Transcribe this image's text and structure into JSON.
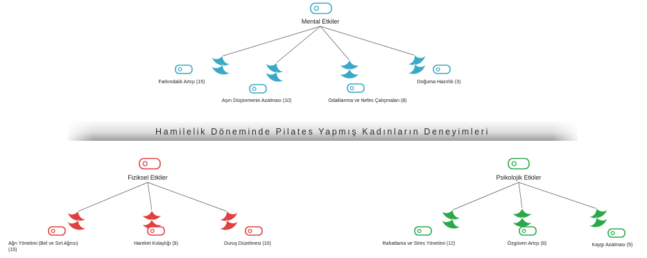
{
  "title": "Hamilelik Döneminde Pilates Yapmış Kadınların Deneyimleri",
  "groups": [
    {
      "name": "Mental Etkiler",
      "color": "#3aa9c6",
      "items": [
        {
          "label": "Farkındalık Artışı (15)"
        },
        {
          "label": "Aşırı Düşünmenin Azalması (10)"
        },
        {
          "label": "Odaklanma ve Nefes Çalışmaları (8)"
        },
        {
          "label": "Doğuma Hazırlık (3)"
        }
      ]
    },
    {
      "name": "Fiziksel Etkiler",
      "color": "#e0403e",
      "items": [
        {
          "label": "Ağrı Yönetimi (Bel ve Sırt Ağrısı)",
          "label2": "(15)"
        },
        {
          "label": "Hareket Kolaylığı (9)"
        },
        {
          "label": "Duruş Düzelmesi (10)"
        }
      ]
    },
    {
      "name": "Psikolojik Etkiler",
      "color": "#2aa84a",
      "items": [
        {
          "label": "Rahatlama ve Stres Yönetimi (12)"
        },
        {
          "label": "Özgüven Artışı (8)"
        },
        {
          "label": "Kaygı Azalması (5)"
        }
      ]
    }
  ],
  "icons": {
    "root": "toggle-icon",
    "leaf": "toggle-icon",
    "node": "paired-arc-icon"
  }
}
